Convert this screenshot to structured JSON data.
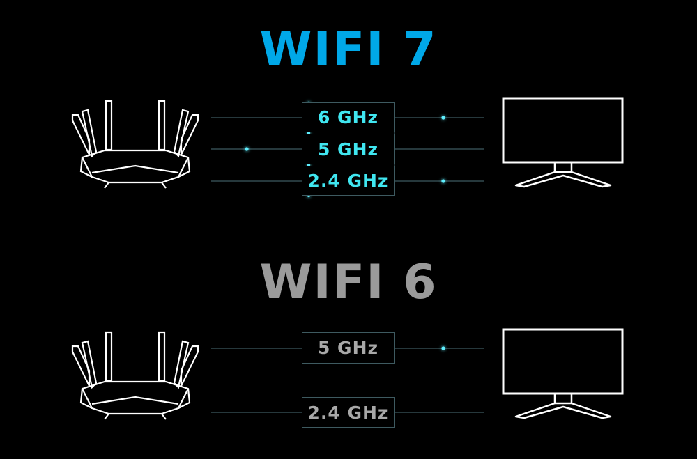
{
  "wifi7": {
    "title": "WIFI 7",
    "bands": [
      "6 GHz",
      "5 GHz",
      "2.4 GHz"
    ]
  },
  "wifi6": {
    "title": "WIFI 6",
    "bands": [
      "5 GHz",
      "2.4 GHz"
    ]
  },
  "colors": {
    "wifi7_accent": "#00a8e8",
    "band_text_active": "#40e6f0",
    "wifi6_accent": "#9a9a9a",
    "line": "#3e5a60",
    "device_outline": "#ffffff",
    "background": "#000000"
  },
  "icons": [
    "router-icon",
    "monitor-icon"
  ]
}
